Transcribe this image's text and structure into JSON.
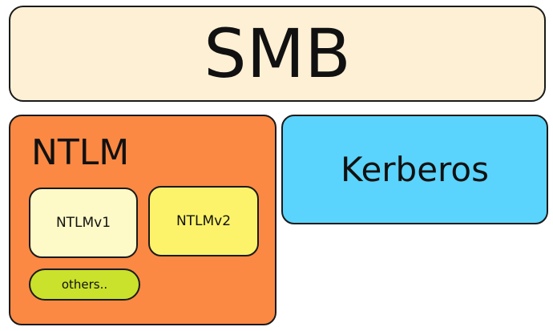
{
  "top": {
    "label": "SMB"
  },
  "ntlm": {
    "label": "NTLM",
    "children": [
      {
        "label": "NTLMv1"
      },
      {
        "label": "NTLMv2"
      },
      {
        "label": "others.."
      }
    ]
  },
  "kerberos": {
    "label": "Kerberos"
  },
  "colors": {
    "smb_fill": "#fdf0d5",
    "ntlm_fill": "#fb8943",
    "ntlmv1_fill": "#fefac7",
    "ntlmv2_fill": "#fcf36a",
    "others_fill": "#cae22b",
    "kerberos_fill": "#5ad4fc",
    "border": "#1a1a1a"
  }
}
